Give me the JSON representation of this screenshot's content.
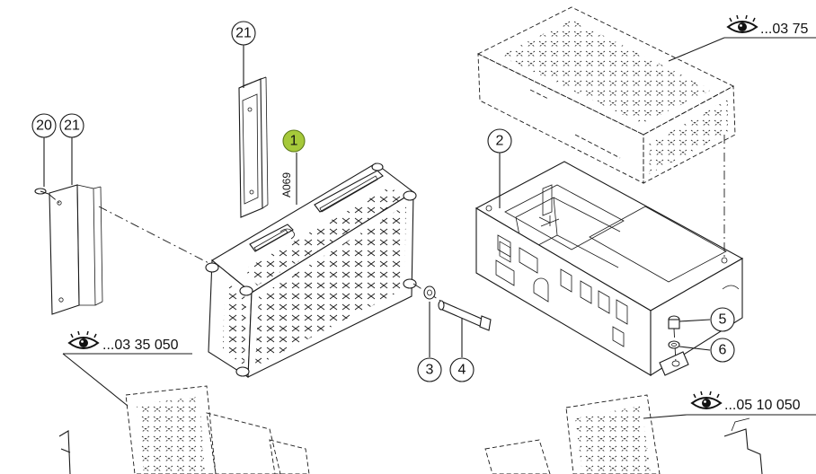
{
  "callouts": {
    "c1": "1",
    "c2": "2",
    "c3": "3",
    "c4": "4",
    "c5": "5",
    "c6": "6",
    "c20": "20",
    "c21a": "21",
    "c21b": "21"
  },
  "part_code": "A069",
  "references": {
    "top_right": "...03 75",
    "left": "...03 35 050",
    "bottom_right": "...05 10 050"
  },
  "colors": {
    "highlight": "#a6c93a",
    "line": "#1a1a1a"
  },
  "icons": {
    "view_reference": "eye-icon"
  }
}
